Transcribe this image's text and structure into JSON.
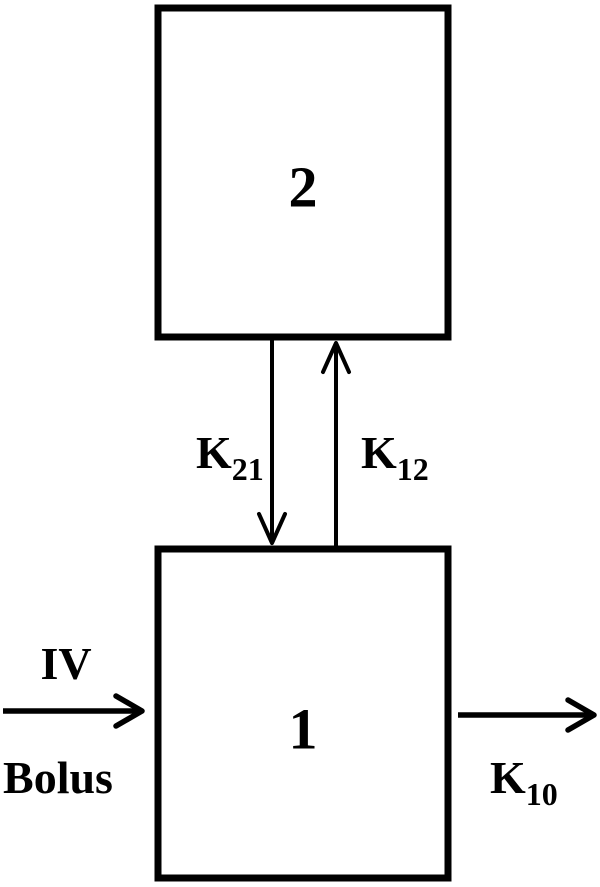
{
  "compartments": {
    "peripheral": {
      "number": "2"
    },
    "central": {
      "number": "1"
    }
  },
  "rates": {
    "k21": {
      "base": "K",
      "subscript": "21"
    },
    "k12": {
      "base": "K",
      "subscript": "12"
    },
    "k10": {
      "base": "K",
      "subscript": "10"
    }
  },
  "input": {
    "line1": "IV",
    "line2": "Bolus"
  },
  "colors": {
    "stroke": "#000000",
    "background": "#ffffff"
  }
}
